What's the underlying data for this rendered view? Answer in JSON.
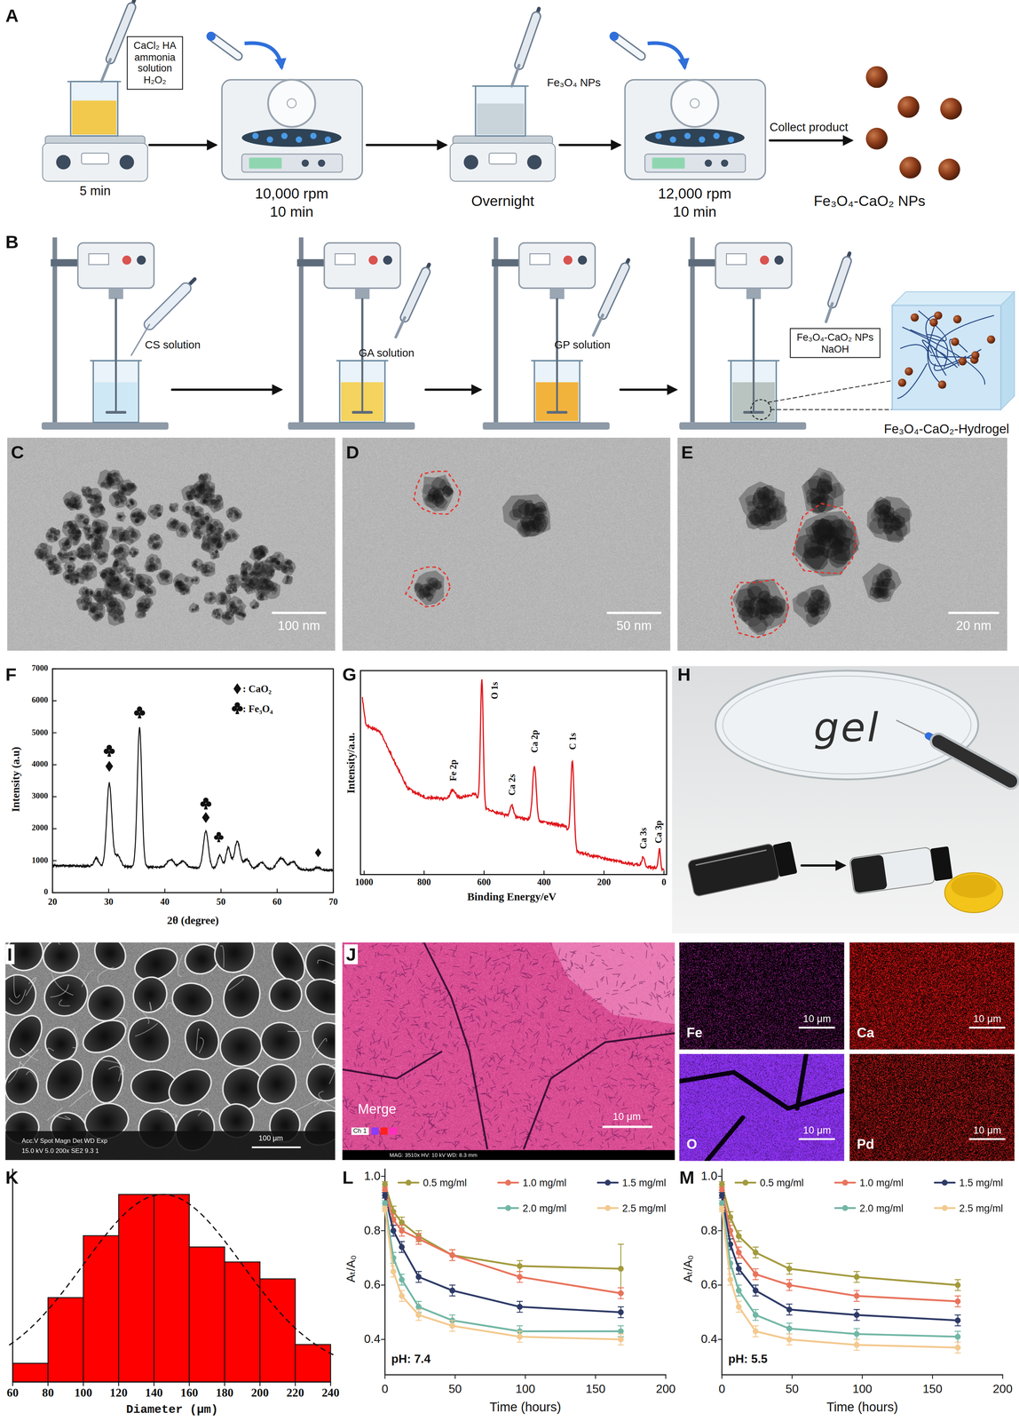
{
  "diagram": {
    "nodes": [
      {
        "text": [
          "CaCl₂ HA ammonia solution H₂O₂"
        ]
      },
      {
        "text": [
          "Fe₃O₄-CaO₂ NPs NaOH"
        ]
      }
    ],
    "labels": [
      "A",
      "5 min",
      "10,000 rpm",
      "10 min",
      "Fe₃O₄ NPs",
      "Overnight",
      "12,000 rpm",
      "10 min",
      "Collect product",
      "Fe₃O₄-CaO₂ NPs",
      "B",
      "CS solution",
      "GA solution",
      "GP solution",
      "Fe₃O₄-CaO₂-Hydrogel",
      "C",
      "100 nm",
      "D",
      "50 nm",
      "E",
      "20 nm",
      "F",
      "7000",
      "6000",
      "5000",
      "4000",
      "3000",
      "2000",
      "1000",
      "0",
      "20",
      "30",
      "40",
      "50",
      "60",
      "70",
      "Intensity (a.u)",
      "2θ (degree)",
      "G",
      "Fe 2p",
      "O 1s",
      "Ca 2s",
      "Ca 2p",
      "C 1s",
      "Ca 3s",
      "Ca 3p",
      "1000",
      "800",
      "600",
      "400",
      "200",
      "0",
      "Intensity/a.u.",
      "Binding Energy/eV",
      "H",
      "gel",
      "I",
      "Acc.V Spot Magn Det WD Exp",
      "15.0 kV 5.0 200x SE2 9.3 1",
      "100 μm",
      "J",
      "Merge",
      "Ch 1",
      "10 μm",
      "MAG: 3510x HV: 10 kV WD: 8.3 mm",
      "Fe",
      "10 μm",
      "Ca",
      "10 μm",
      "O",
      "10 μm",
      "Pd",
      "10 μm",
      "K",
      "60",
      "80",
      "100",
      "120",
      "140",
      "160",
      "180",
      "200",
      "220",
      "240",
      "Diameter (μm)",
      "L",
      "1.0",
      "0.8",
      "0.6",
      "0.4",
      "0",
      "50",
      "100",
      "150",
      "200",
      "Aₜ/A₀",
      "Time (hours)",
      "pH: 7.4",
      "M",
      "1.0",
      "0.8",
      "0.6",
      "0.4",
      "0",
      "50",
      "100",
      "150",
      "200",
      "Aₜ/A₀",
      "Time (hours)",
      "pH: 5.5"
    ],
    "legend": [
      {
        "text": ": CaO₂"
      },
      {
        "text": ": Fe₃O₄"
      },
      {
        "text": "0.5 mg/ml"
      },
      {
        "text": "1.0 mg/ml"
      },
      {
        "text": "1.5 mg/ml"
      },
      {
        "text": "2.0 mg/ml"
      },
      {
        "text": "2.5 mg/ml"
      },
      {
        "text": "0.5 mg/ml"
      },
      {
        "text": "1.0 mg/ml"
      },
      {
        "text": "1.5 mg/ml"
      },
      {
        "text": "2.0 mg/ml"
      },
      {
        "text": "2.5 mg/ml"
      }
    ]
  }
}
